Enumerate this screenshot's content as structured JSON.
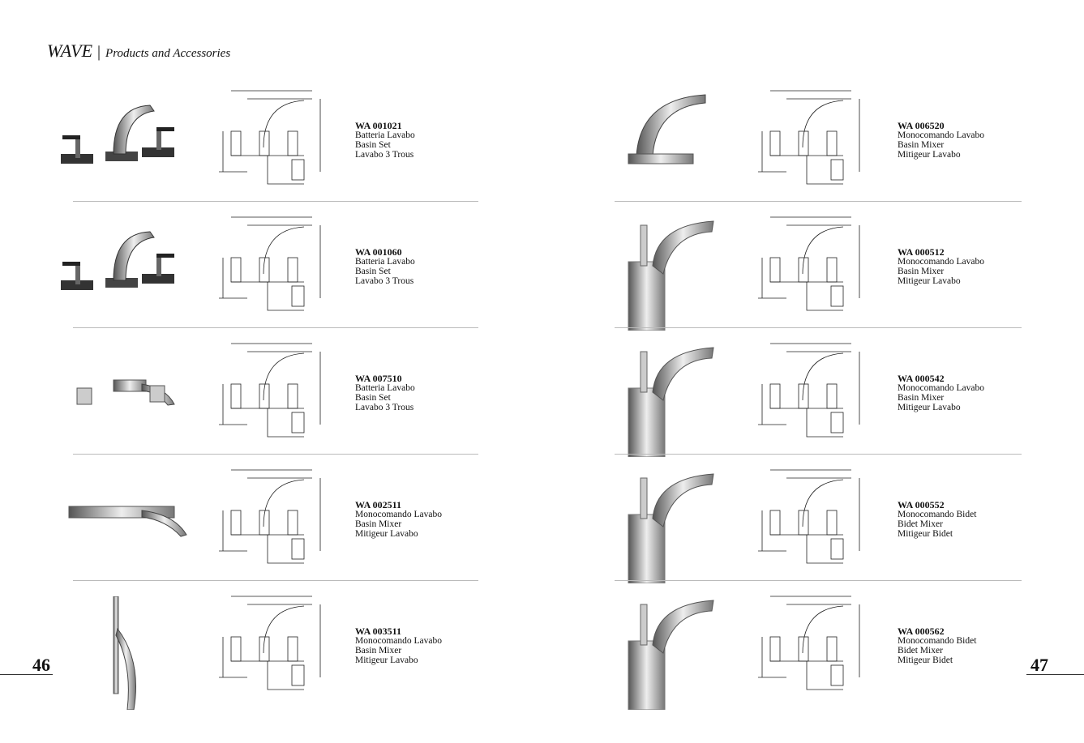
{
  "header": {
    "brand": "WAVE",
    "separator": "|",
    "subtitle": "Products and Accessories"
  },
  "left_page": {
    "number": "46",
    "products": [
      {
        "code": "WA 001021",
        "lines": [
          "Batteria Lavabo",
          "Basin Set",
          "Lavabo 3 Trous"
        ],
        "type": "three-hole"
      },
      {
        "code": "WA 001060",
        "lines": [
          "Batteria Lavabo",
          "Basin Set",
          "Lavabo 3 Trous"
        ],
        "type": "three-hole-arc"
      },
      {
        "code": "WA 007510",
        "lines": [
          "Batteria Lavabo",
          "Basin Set",
          "Lavabo 3 Trous"
        ],
        "type": "wall-three"
      },
      {
        "code": "WA 002511",
        "lines": [
          "Monocomando Lavabo",
          "Basin Mixer",
          "Mitigeur Lavabo"
        ],
        "type": "wall-plate"
      },
      {
        "code": "WA 003511",
        "lines": [
          "Monocomando Lavabo",
          "Basin Mixer",
          "Mitigeur Lavabo"
        ],
        "type": "wall-vertical"
      }
    ]
  },
  "right_page": {
    "number": "47",
    "products": [
      {
        "code": "WA 006520",
        "lines": [
          "Monocomando Lavabo",
          "Basin Mixer",
          "Mitigeur Lavabo"
        ],
        "type": "mono-plate"
      },
      {
        "code": "WA 000512",
        "lines": [
          "Monocomando Lavabo",
          "Basin Mixer",
          "Mitigeur Lavabo"
        ],
        "type": "mono"
      },
      {
        "code": "WA 000542",
        "lines": [
          "Monocomando Lavabo",
          "Basin Mixer",
          "Mitigeur Lavabo"
        ],
        "type": "mono"
      },
      {
        "code": "WA 000552",
        "lines": [
          "Monocomando Bidet",
          "Bidet Mixer",
          "Mitigeur Bidet"
        ],
        "type": "mono"
      },
      {
        "code": "WA 000562",
        "lines": [
          "Monocomando Bidet",
          "Bidet Mixer",
          "Mitigeur Bidet"
        ],
        "type": "mono"
      }
    ]
  }
}
